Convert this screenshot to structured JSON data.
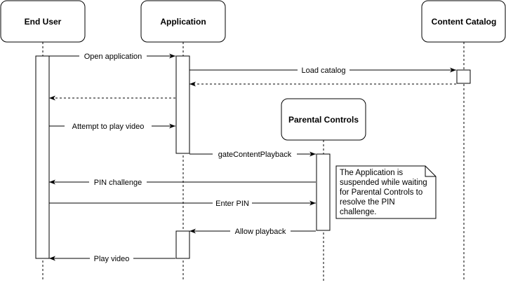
{
  "actors": [
    {
      "id": "end-user",
      "label": "End User"
    },
    {
      "id": "application",
      "label": "Application"
    },
    {
      "id": "content-catalog",
      "label": "Content Catalog"
    },
    {
      "id": "parental-controls",
      "label": "Parental Controls"
    }
  ],
  "messages": [
    {
      "id": "open-application",
      "from": "end-user",
      "to": "application",
      "label": "Open application",
      "style": "solid"
    },
    {
      "id": "load-catalog",
      "from": "application",
      "to": "content-catalog",
      "label": "Load catalog",
      "style": "solid"
    },
    {
      "id": "catalog-return",
      "from": "content-catalog",
      "to": "application",
      "label": "",
      "style": "dashed"
    },
    {
      "id": "application-return",
      "from": "application",
      "to": "end-user",
      "label": "",
      "style": "dashed"
    },
    {
      "id": "attempt-to-play",
      "from": "end-user",
      "to": "application",
      "label": "Attempt to play video",
      "style": "solid"
    },
    {
      "id": "gate-content-playback",
      "from": "application",
      "to": "parental-controls",
      "label": "gateContentPlayback",
      "style": "solid"
    },
    {
      "id": "pin-challenge",
      "from": "parental-controls",
      "to": "end-user",
      "label": "PIN challenge",
      "style": "solid"
    },
    {
      "id": "enter-pin",
      "from": "end-user",
      "to": "parental-controls",
      "label": "Enter PIN",
      "style": "solid"
    },
    {
      "id": "allow-playback",
      "from": "parental-controls",
      "to": "application",
      "label": "Allow playback",
      "style": "solid"
    },
    {
      "id": "play-video",
      "from": "application",
      "to": "end-user",
      "label": "Play video",
      "style": "solid"
    }
  ],
  "note": {
    "lines": [
      "The Application is",
      "suspended while waiting",
      "for Parental Controls to",
      "resolve the PIN",
      "challenge."
    ]
  },
  "colors": {
    "stroke": "#000000",
    "fill": "#ffffff",
    "text": "#000000"
  }
}
